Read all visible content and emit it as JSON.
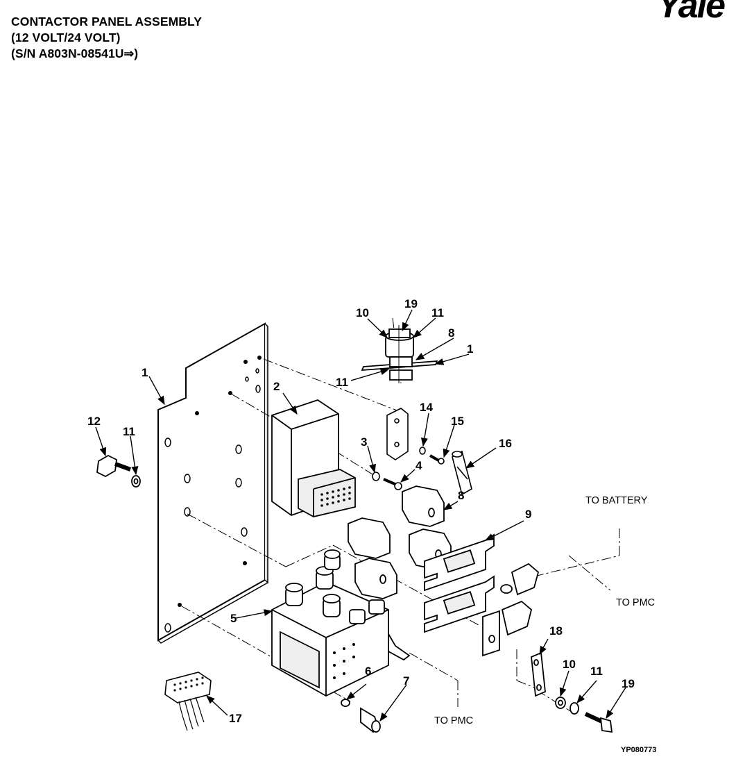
{
  "header": {
    "title": "CONTACTOR PANEL ASSEMBLY",
    "voltage": "(12 VOLT/24 VOLT)",
    "serial": "(S/N A803N-08541U⇒)"
  },
  "logo": {
    "text": "Yale"
  },
  "figure_id": "YP080773",
  "notes": {
    "to_battery": "TO BATTERY",
    "to_pmc_right": "TO PMC",
    "to_pmc_bottom": "TO PMC"
  },
  "callouts": {
    "c1_panel": "1",
    "c1_detail": "1",
    "c2": "2",
    "c3": "3",
    "c4": "4",
    "c5": "5",
    "c6": "6",
    "c7": "7",
    "c8_detail": "8",
    "c8": "8",
    "c9": "9",
    "c10_detail": "10",
    "c10": "10",
    "c11_detail_top": "11",
    "c11_detail_bottom": "11",
    "c11_left": "11",
    "c11": "11",
    "c12": "12",
    "c14": "14",
    "c15": "15",
    "c16": "16",
    "c17": "17",
    "c18": "18",
    "c19_detail": "19",
    "c19": "19"
  }
}
